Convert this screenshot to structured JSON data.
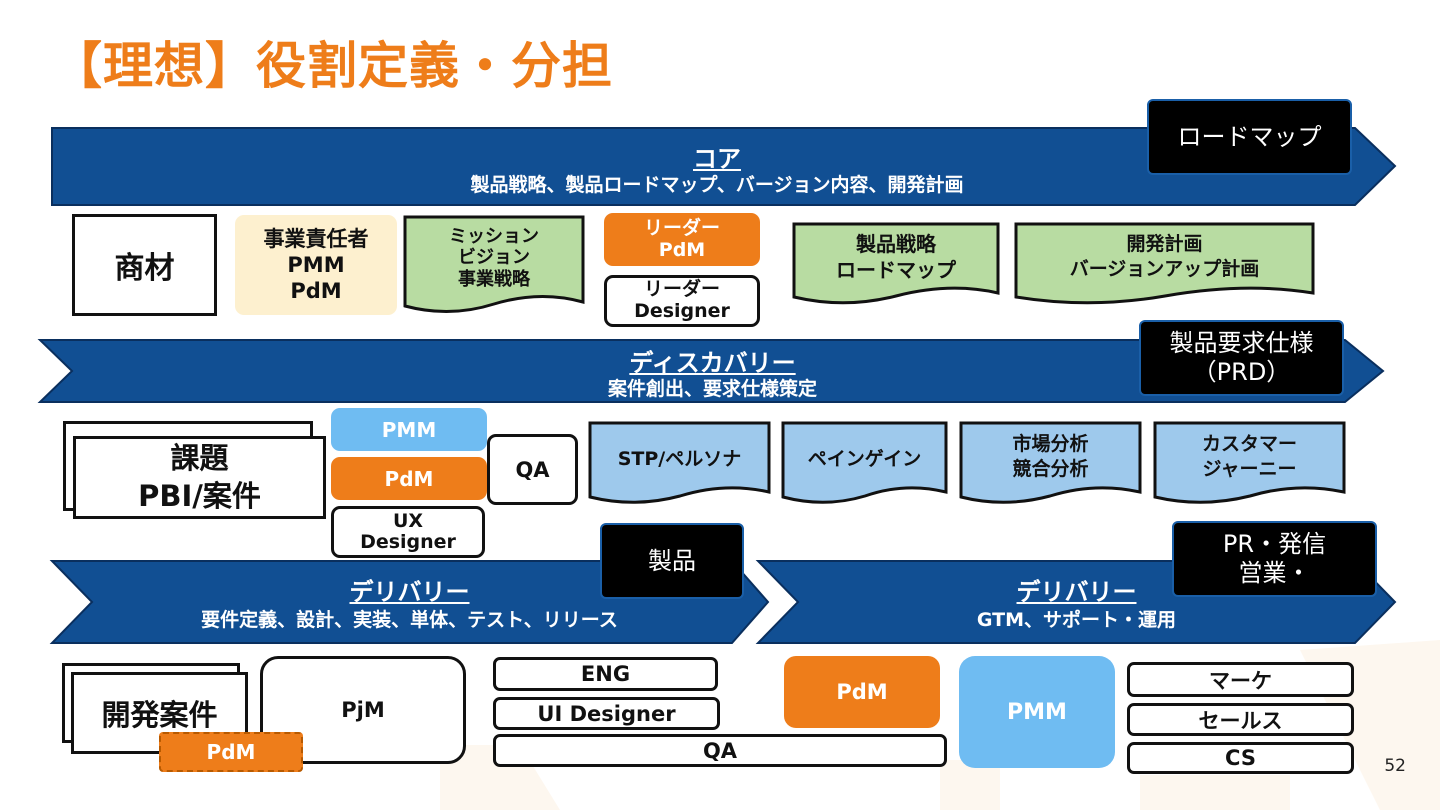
{
  "title": "【理想】役割定義・分担",
  "page_number": "52",
  "colors": {
    "banner": "#114f93",
    "orange": "#ee7d1a",
    "light_blue": "#6fbcf2",
    "pale_blue": "#9ec9ec",
    "pale_green": "#b8dca2",
    "cream": "#fdf0cf",
    "black": "#000000"
  },
  "core": {
    "banner_title": "コア",
    "banner_sub": "製品戦略、製品ロードマップ、バージョン内容、開発計画",
    "output_label": "ロードマップ",
    "item_label": "商材",
    "owner_label": "事業責任者\nPMM\nPdM",
    "docs": [
      "ミッション\nビジョン\n事業戦略",
      "製品戦略\nロードマップ",
      "開発計画\nバージョンアップ計画"
    ],
    "leader_pdm": "リーダー\nPdM",
    "leader_designer": "リーダー\nDesigner"
  },
  "discovery": {
    "banner_title": "ディスカバリー",
    "banner_sub": "案件創出、要求仕様策定",
    "output_label": "製品要求仕様\n（PRD）",
    "item_label": "課題\nPBI/案件",
    "roles": {
      "pmm": "PMM",
      "pdm": "PdM",
      "ux": "UX\nDesigner",
      "qa": "QA"
    },
    "docs": [
      "STP/ペルソナ",
      "ペインゲイン",
      "市場分析\n競合分析",
      "カスタマー\nジャーニー"
    ]
  },
  "delivery_dev": {
    "banner_title": "デリバリー",
    "banner_sub": "要件定義、設計、実装、単体、テスト、リリース",
    "output_label": "製品",
    "item_label": "開発案件",
    "pjm": "PjM",
    "pdm": "PdM",
    "eng": "ENG",
    "ui": "UI Designer",
    "qa": "QA"
  },
  "delivery_gtm": {
    "banner_title": "デリバリー",
    "banner_sub": "GTM、サポート・運用",
    "output_label": "PR・発信\n営業・",
    "pdm": "PdM",
    "pmm": "PMM",
    "teams": [
      "マーケ",
      "セールス",
      "CS"
    ]
  }
}
